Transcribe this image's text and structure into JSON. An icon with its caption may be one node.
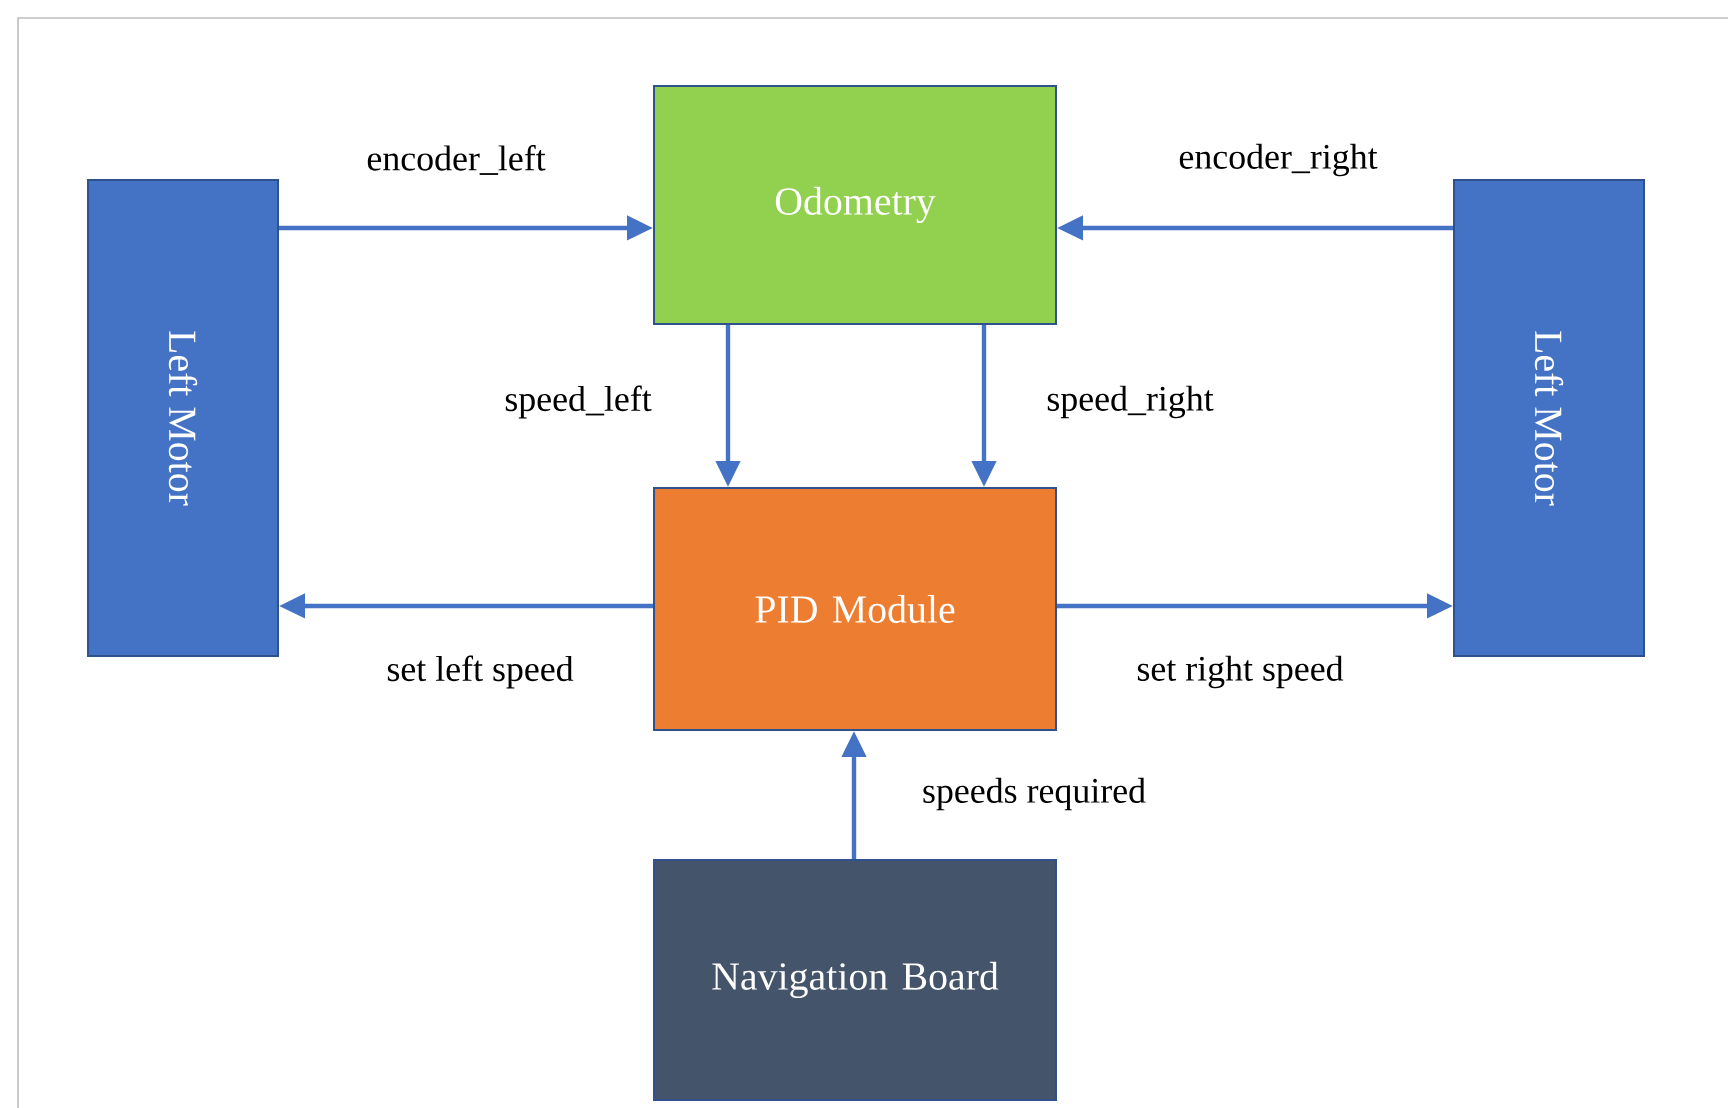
{
  "diagram": {
    "nodes": [
      {
        "text": [
          "Odometry"
        ]
      },
      {
        "text": [
          "Left Motor"
        ]
      },
      {
        "text": [
          "Left Motor"
        ]
      },
      {
        "text": [
          "PID Module"
        ]
      },
      {
        "text": [
          "Navigation Board"
        ]
      }
    ],
    "edges": [
      {
        "from": 1,
        "to": 0,
        "arrow": "to",
        "label": "encoder_left"
      },
      {
        "from": 2,
        "to": 0,
        "arrow": "to",
        "label": "encoder_right"
      },
      {
        "from": 0,
        "to": 3,
        "arrow": "to",
        "label": "speed_left"
      },
      {
        "from": 0,
        "to": 3,
        "arrow": "to",
        "label": "speed_right"
      },
      {
        "from": 3,
        "to": 1,
        "arrow": "to",
        "label": "set left speed"
      },
      {
        "from": 3,
        "to": 2,
        "arrow": "to",
        "label": "set right speed"
      },
      {
        "from": 4,
        "to": 3,
        "arrow": "to",
        "label": "speeds required"
      }
    ]
  }
}
